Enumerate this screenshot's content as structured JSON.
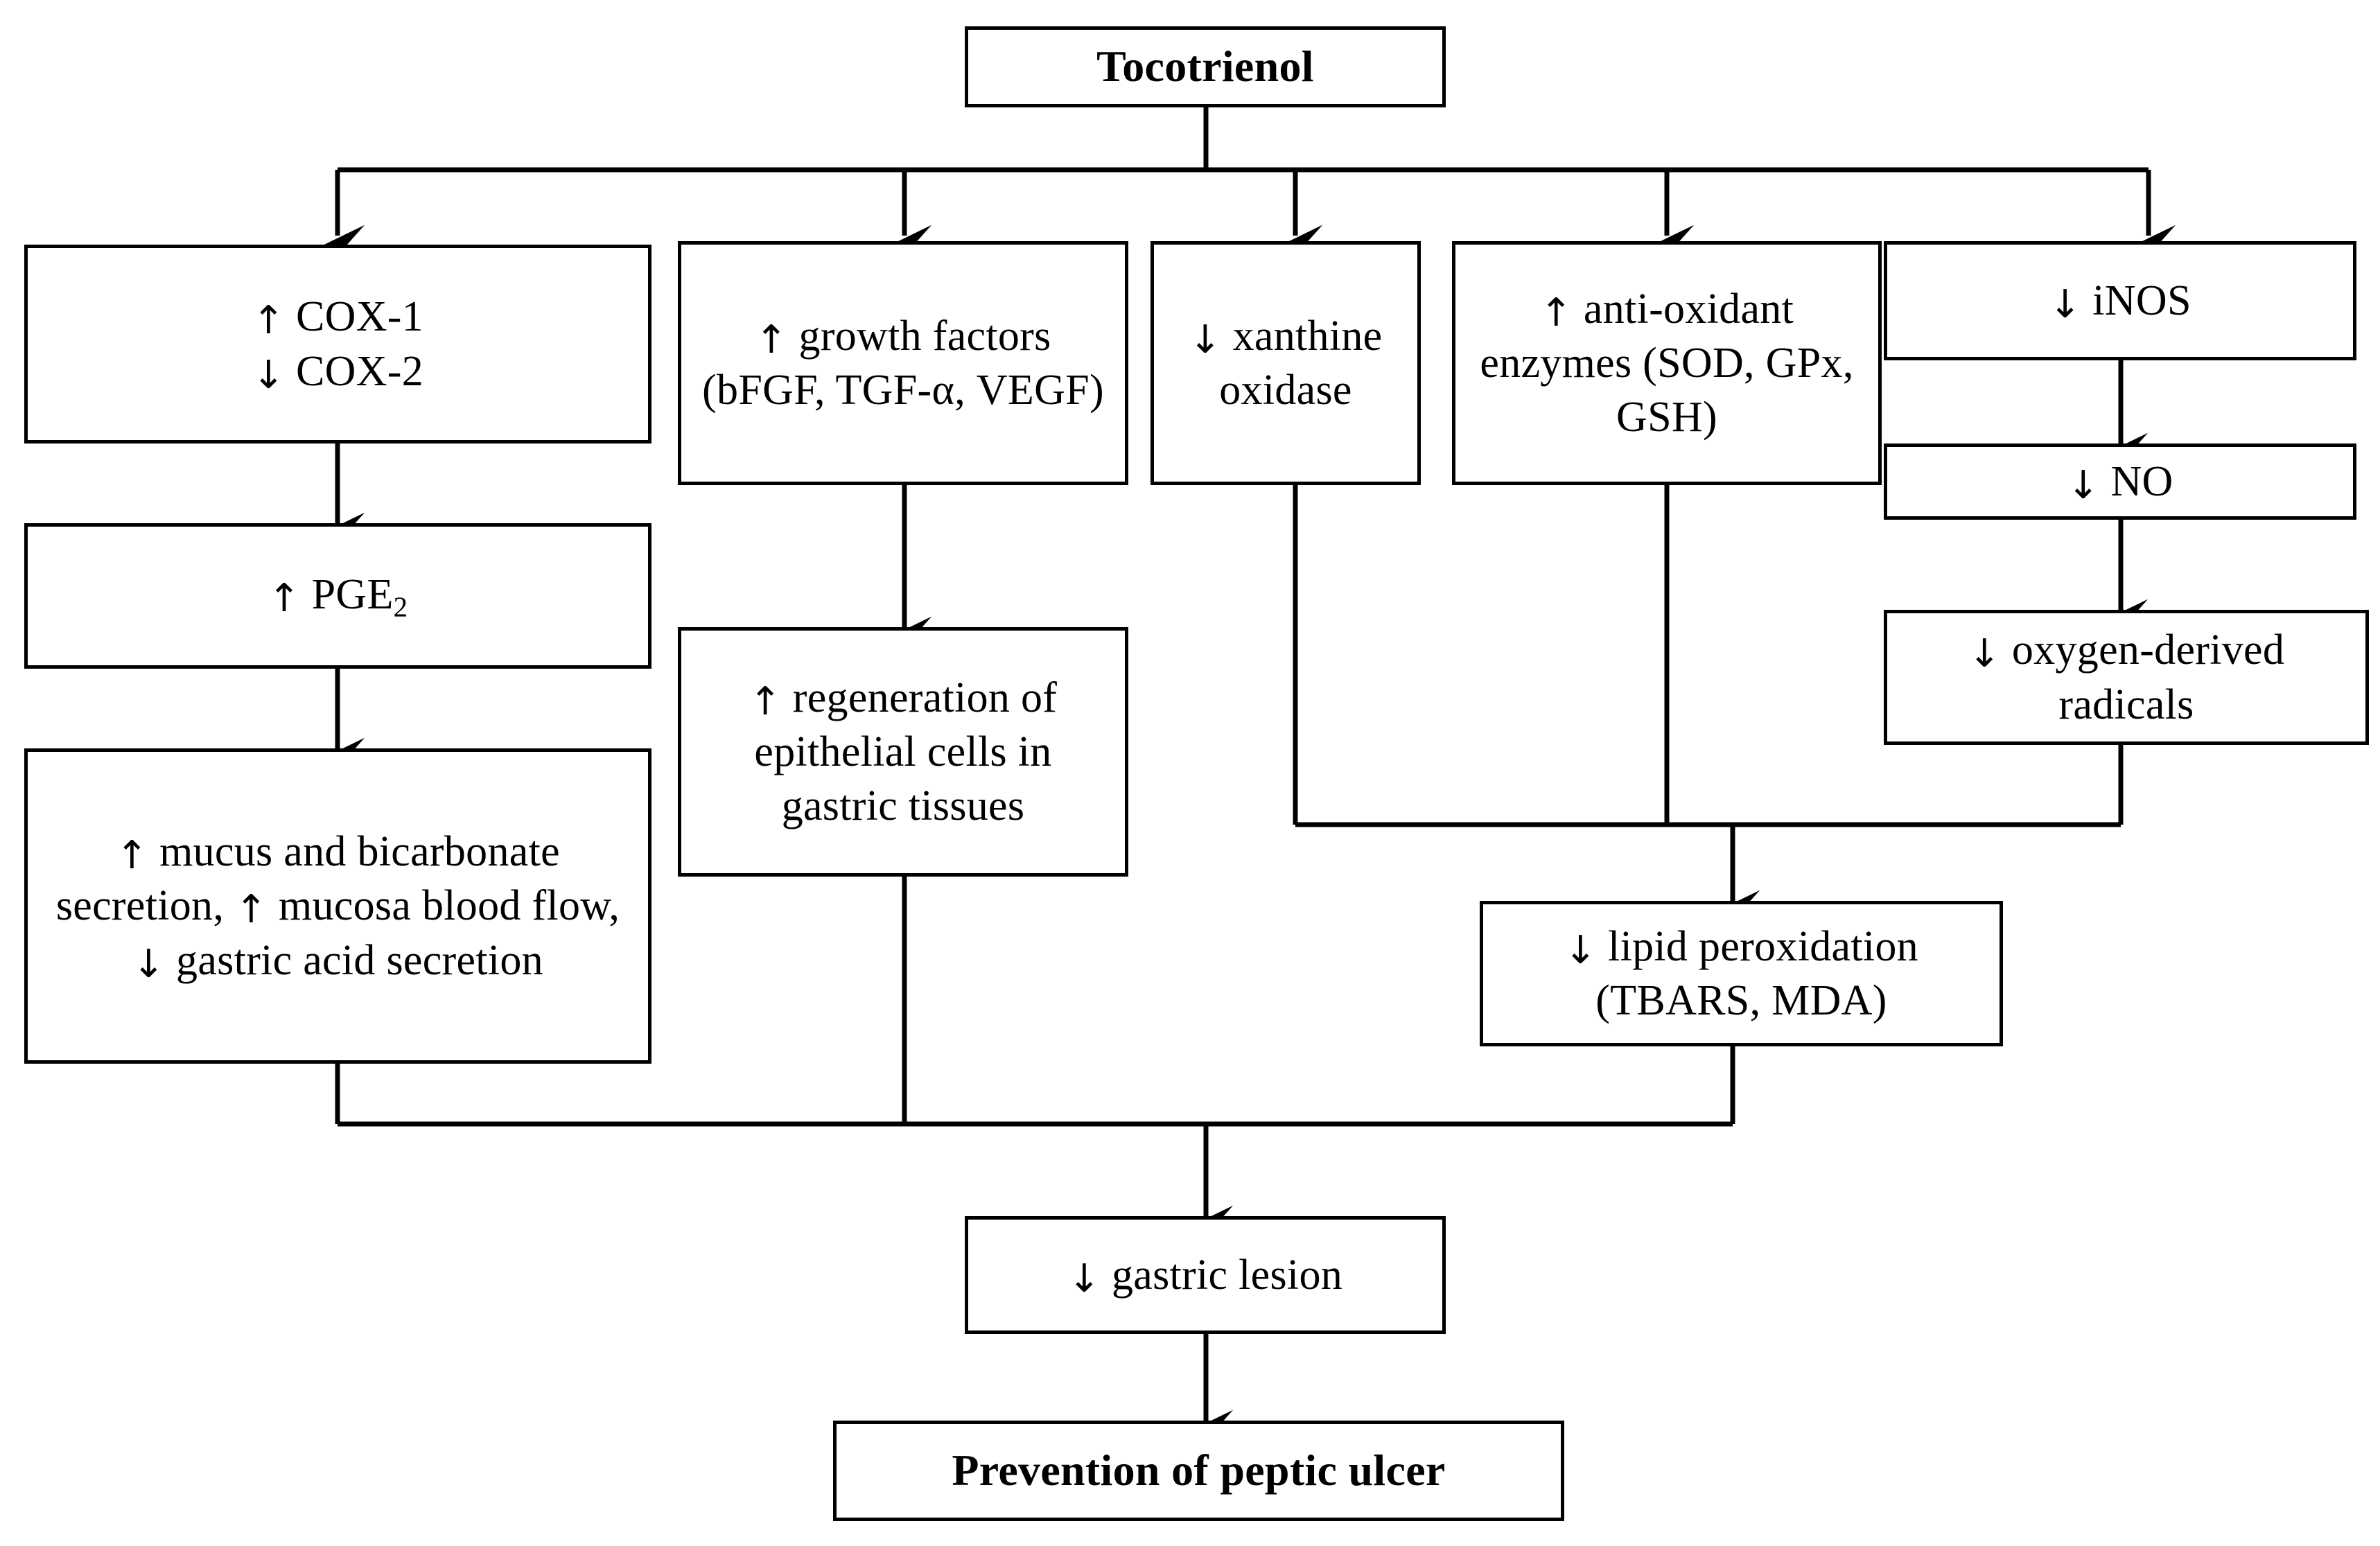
{
  "diagram": {
    "title": "Tocotrienol gastroprotection mechanism flowchart",
    "line_color": "#000000",
    "background_color": "#ffffff",
    "arrow_up": "↑",
    "arrow_down": "↓"
  },
  "nodes": {
    "tocotrienol": {
      "text": "Tocotrienol",
      "bold": true
    },
    "cox": {
      "line1_arrow": "↑",
      "line1_text": "COX-1",
      "line2_arrow": "↓",
      "line2_text": "COX-2"
    },
    "growth": {
      "arrow": "↑",
      "text": "growth  factors (bFGF, TGF-α, VEGF)"
    },
    "xanthine": {
      "arrow": "↓",
      "text": "xanthine oxidase"
    },
    "antioxidant": {
      "arrow": "↑",
      "text": "anti-oxidant enzymes (SOD, GPx, GSH)"
    },
    "inos": {
      "arrow": "↓",
      "text": "iNOS"
    },
    "no": {
      "arrow": "↓",
      "text": "NO"
    },
    "radicals": {
      "arrow": "↓",
      "text": "oxygen-derived radicals"
    },
    "pge2": {
      "arrow": "↑",
      "text_pre": "PGE",
      "text_sub": "2"
    },
    "mucus": {
      "text": "mucus and bicarbonate secretion, mucosa blood flow, gastric acid secretion"
    },
    "regeneration": {
      "arrow": "↑",
      "text": "regeneration of epithelial cells in gastric tissues"
    },
    "lipid": {
      "arrow": "↓",
      "text": "lipid peroxidation (TBARS, MDA)"
    },
    "lesion": {
      "arrow": "↓",
      "text": "gastric  lesion"
    },
    "prevention": {
      "text": "Prevention of peptic ulcer",
      "bold": true
    }
  },
  "chart_data": {
    "type": "flowchart",
    "title": "Tocotrienol",
    "nodes": [
      {
        "id": "tocotrienol",
        "label": "Tocotrienol",
        "level": 0,
        "style": "bold"
      },
      {
        "id": "cox",
        "label": "↑ COX-1 / ↓ COX-2",
        "level": 1
      },
      {
        "id": "growth",
        "label": "↑ growth factors (bFGF, TGF-α, VEGF)",
        "level": 1
      },
      {
        "id": "xanthine",
        "label": "↓ xanthine oxidase",
        "level": 1
      },
      {
        "id": "antioxidant",
        "label": "↑ anti-oxidant enzymes (SOD, GPx, GSH)",
        "level": 1
      },
      {
        "id": "inos",
        "label": "↓ iNOS",
        "level": 1
      },
      {
        "id": "pge2",
        "label": "↑ PGE2",
        "level": 2
      },
      {
        "id": "regeneration",
        "label": "↑ regeneration of epithelial cells in gastric tissues",
        "level": 2
      },
      {
        "id": "no",
        "label": "↓ NO",
        "level": 2
      },
      {
        "id": "mucus",
        "label": "↑ mucus and bicarbonate secretion, ↑ mucosa blood flow, ↓ gastric acid secretion",
        "level": 3
      },
      {
        "id": "radicals",
        "label": "↓ oxygen-derived radicals",
        "level": 3
      },
      {
        "id": "lipid",
        "label": "↓ lipid peroxidation (TBARS, MDA)",
        "level": 4
      },
      {
        "id": "lesion",
        "label": "↓ gastric lesion",
        "level": 5
      },
      {
        "id": "prevention",
        "label": "Prevention of peptic ulcer",
        "level": 6,
        "style": "bold"
      }
    ],
    "edges": [
      {
        "from": "tocotrienol",
        "to": "cox"
      },
      {
        "from": "tocotrienol",
        "to": "growth"
      },
      {
        "from": "tocotrienol",
        "to": "xanthine"
      },
      {
        "from": "tocotrienol",
        "to": "antioxidant"
      },
      {
        "from": "tocotrienol",
        "to": "inos"
      },
      {
        "from": "cox",
        "to": "pge2"
      },
      {
        "from": "pge2",
        "to": "mucus"
      },
      {
        "from": "growth",
        "to": "regeneration"
      },
      {
        "from": "inos",
        "to": "no"
      },
      {
        "from": "no",
        "to": "radicals"
      },
      {
        "from": "xanthine",
        "to": "lipid"
      },
      {
        "from": "antioxidant",
        "to": "lipid"
      },
      {
        "from": "radicals",
        "to": "lipid"
      },
      {
        "from": "mucus",
        "to": "lesion"
      },
      {
        "from": "regeneration",
        "to": "lesion"
      },
      {
        "from": "lipid",
        "to": "lesion"
      },
      {
        "from": "lesion",
        "to": "prevention"
      }
    ]
  }
}
